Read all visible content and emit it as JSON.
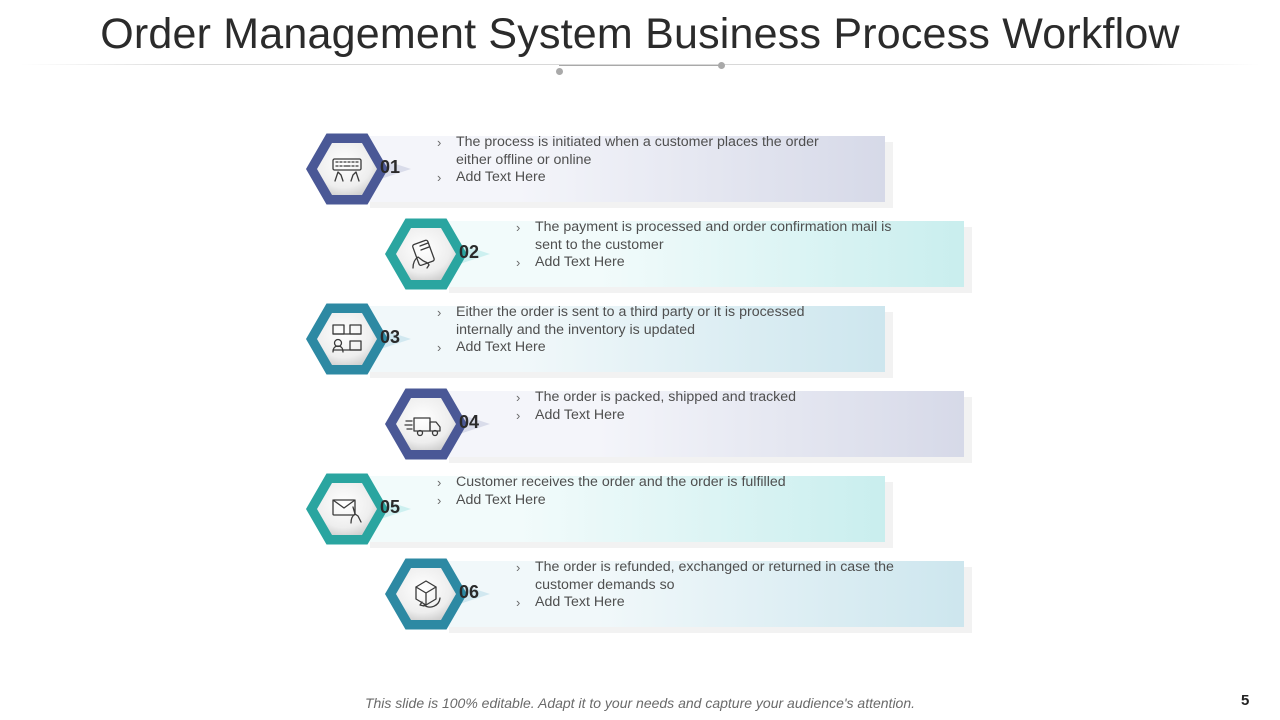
{
  "title": "Order Management System Business Process Workflow",
  "footer": "This slide is 100% editable. Adapt it to your needs and capture your audience's attention.",
  "page_number": "5",
  "colors": {
    "navy": "#4a5896",
    "teal": "#2aa5a0",
    "steel": "#2d89a3"
  },
  "steps": [
    {
      "number": "01",
      "lines": [
        "The process is initiated when a customer places the order either offline or online",
        "Add Text Here"
      ],
      "icon": "keyboard-hands-icon"
    },
    {
      "number": "02",
      "lines": [
        "The payment is processed and order confirmation mail is sent to the customer",
        "Add Text Here"
      ],
      "icon": "card-payment-icon"
    },
    {
      "number": "03",
      "lines": [
        "Either the order is sent to a third party or it is processed internally and the inventory is updated",
        "Add Text Here"
      ],
      "icon": "inventory-boxes-icon"
    },
    {
      "number": "04",
      "lines": [
        "The order is packed, shipped and tracked",
        "Add Text Here"
      ],
      "icon": "delivery-truck-icon"
    },
    {
      "number": "05",
      "lines": [
        "Customer receives the order and the order is fulfilled",
        "Add Text Here"
      ],
      "icon": "receive-package-icon"
    },
    {
      "number": "06",
      "lines": [
        "The order is refunded, exchanged or returned in case the customer demands so",
        "Add Text Here"
      ],
      "icon": "return-box-icon"
    }
  ]
}
